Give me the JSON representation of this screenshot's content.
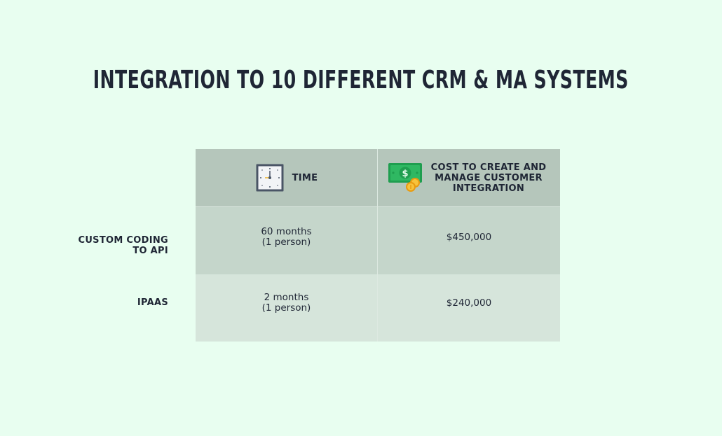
{
  "title": "INTEGRATION TO 10 DIFFERENT CRM & MA SYSTEMS",
  "colors": {
    "background": "#e8fef0",
    "header_row": "#b5c6bb",
    "row_1": "#c5d6cb",
    "row_2": "#d6e5db",
    "text": "#1f2635"
  },
  "chart_data": {
    "type": "table",
    "columns": [
      {
        "label": "TIME",
        "icon": "clock-icon"
      },
      {
        "label_lines": [
          "COST TO CREATE AND",
          "MANAGE CUSTOMER",
          "INTEGRATION"
        ],
        "icon": "money-icon"
      }
    ],
    "rows": [
      {
        "label_lines": [
          "CUSTOM CODING",
          "TO API"
        ],
        "time_lines": [
          "60 months",
          "(1 person)"
        ],
        "cost": "$450,000"
      },
      {
        "label_lines": [
          "IPAAS"
        ],
        "time_lines": [
          "2 months",
          "(1 person)"
        ],
        "cost": "$240,000"
      }
    ]
  }
}
